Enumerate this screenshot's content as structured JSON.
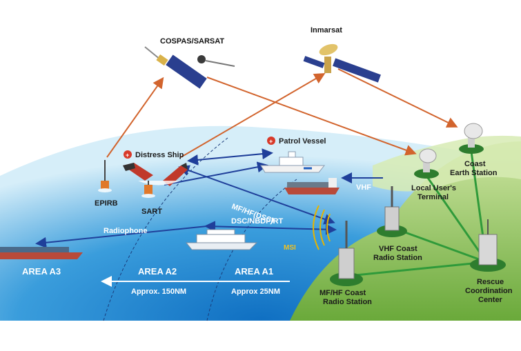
{
  "satellites": {
    "cospas": "COSPAS/SARSAT",
    "inmarsat": "Inmarsat"
  },
  "vessels": {
    "distress_ship": "Distress Ship",
    "patrol_vessel": "Patrol Vessel",
    "epirb": "EPIRB",
    "sart": "SART"
  },
  "links": {
    "mf_hf_dsc": "MF/HF(DSC)",
    "vhf": "VHF",
    "radiophone": "Radiophone",
    "dsc_nbdp_rt": "DSC/NBDP/RT",
    "msi": "MSI"
  },
  "stations": {
    "coast_earth_1": "Coast",
    "coast_earth_2": "Earth Station",
    "lut_1": "Local User's",
    "lut_2": "Terminal",
    "vhf_coast_1": "VHF Coast",
    "vhf_coast_2": "Radio Station",
    "mfhf_coast_1": "MF/HF Coast",
    "mfhf_coast_2": "Radio Station",
    "rcc_1": "Rescue",
    "rcc_2": "Coordination",
    "rcc_3": "Center"
  },
  "areas": {
    "a3": "AREA A3",
    "a2": "AREA A2",
    "a1": "AREA A1",
    "a2_range": "Approx. 150NM",
    "a1_range": "Approx 25NM"
  },
  "colors": {
    "sea_light": "#bfe3f4",
    "sea_deep": "#2a8fd0",
    "land": "#6fae3a",
    "land_light": "#b9d98a",
    "arrow_orange": "#d2642d",
    "arrow_blue": "#1f3f9a",
    "node_green": "#2e7d2e",
    "line_green": "#2f9a3a"
  }
}
